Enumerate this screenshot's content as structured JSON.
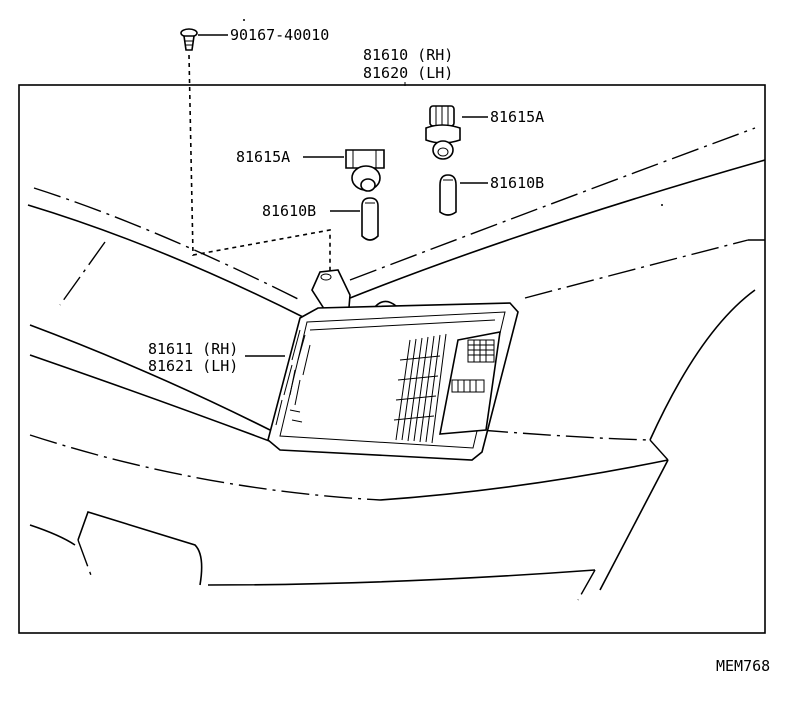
{
  "labels": {
    "clip": "90167-40010",
    "lamp_assy_rh": "81610 (RH)",
    "lamp_assy_lh": "81620 (LH)",
    "socket_right": "81615A",
    "socket_left": "81615A",
    "bulb_right": "81610B",
    "bulb_left": "81610B",
    "lens_rh": "81611 (RH)",
    "lens_lh": "81621 (LH)",
    "diagram_code": "MEM768"
  }
}
